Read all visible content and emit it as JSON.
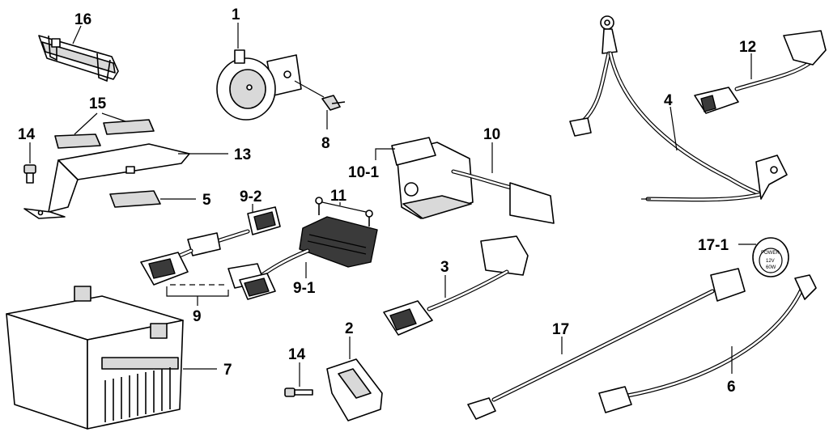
{
  "labels": {
    "l1": "1",
    "l2": "2",
    "l3": "3",
    "l4": "4",
    "l5": "5",
    "l6": "6",
    "l7": "7",
    "l8": "8",
    "l9": "9",
    "l9_1": "9-1",
    "l9_2": "9-2",
    "l10": "10",
    "l10_1": "10-1",
    "l11": "11",
    "l12": "12",
    "l13": "13",
    "l14a": "14",
    "l14b": "14",
    "l15": "15",
    "l16": "16",
    "l17": "17",
    "l17_1": "17-1"
  },
  "socket_print": {
    "power": "POWER",
    "rating_v": "12V",
    "rating_w": "60W"
  }
}
